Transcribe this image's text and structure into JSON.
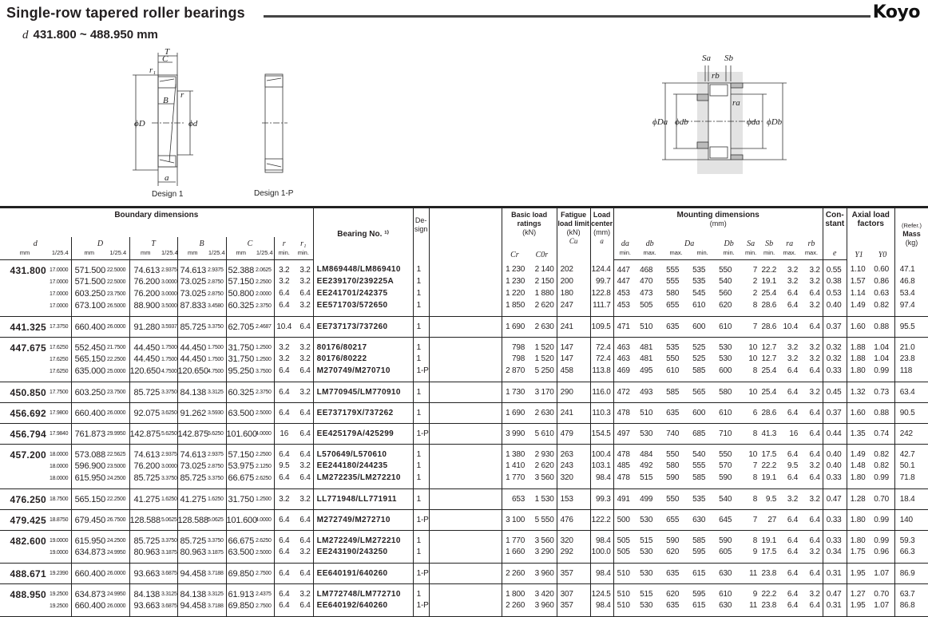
{
  "header": {
    "title": "Single-row tapered roller bearings",
    "brand": "Koyo",
    "subtitle_symbol": "d",
    "subtitle_range": "431.800 ~ 488.950 mm"
  },
  "drawings": {
    "design1": {
      "caption": "Design 1",
      "labels": {
        "T": "T",
        "C": "C",
        "r1": "r₁",
        "r": "r",
        "B": "B",
        "D": "ϕD",
        "d": "ϕd",
        "a": "a"
      }
    },
    "design1p": {
      "caption": "Design 1-P"
    },
    "mounting": {
      "labels": {
        "Sa": "Sa",
        "Sb": "Sb",
        "rb": "rb",
        "ra": "ra",
        "Da": "ϕDa",
        "db": "ϕdb",
        "da": "ϕda",
        "Db": "ϕDb"
      }
    }
  },
  "columns": {
    "boundary": "Boundary dimensions",
    "d": "d",
    "D": "D",
    "T": "T",
    "B": "B",
    "C": "C",
    "r": "r",
    "r1": "r₁",
    "mm": "mm",
    "inch": "1/25.4",
    "min": "min.",
    "max": "max.",
    "bearing_no": "Bearing No. ¹⁾",
    "design": "De-sign",
    "basic_load": "Basic load ratings",
    "kN": "(kN)",
    "Cr": "Cr",
    "C0r": "C0r",
    "fatigue": "Fatigue load limit",
    "Cu": "Cu",
    "load_center": "Load center",
    "mm_paren": "(mm)",
    "a": "a",
    "mounting": "Mounting dimensions",
    "da": "da",
    "db": "db",
    "Da": "Da",
    "Db": "Db",
    "Sa": "Sa",
    "Sb": "Sb",
    "ra": "ra",
    "rb": "rb",
    "constant": "Con-stant",
    "e": "e",
    "axial": "Axial load factors",
    "Y1": "Y1",
    "Y0": "Y0",
    "refer": "(Refer.)",
    "mass": "Mass",
    "kg": "(kg)"
  },
  "groups": [
    {
      "d": "431.800",
      "rows": [
        [
          "17.0000",
          "571.500",
          "22.5000",
          "74.613",
          "2.9375",
          "74.613",
          "2.9375",
          "52.388",
          "2.0625",
          "3.2",
          "3.2",
          "LM869448/LM869410",
          "1",
          "1 230",
          "2 140",
          "202",
          "124.4",
          "447",
          "468",
          "555",
          "535",
          "550",
          "7",
          "22.2",
          "3.2",
          "3.2",
          "0.55",
          "1.10",
          "0.60",
          "47.1"
        ],
        [
          "17.0000",
          "571.500",
          "22.5000",
          "76.200",
          "3.0000",
          "73.025",
          "2.8750",
          "57.150",
          "2.2500",
          "3.2",
          "3.2",
          "EE239170/239225A",
          "1",
          "1 230",
          "2 150",
          "200",
          "99.7",
          "447",
          "470",
          "555",
          "535",
          "540",
          "2",
          "19.1",
          "3.2",
          "3.2",
          "0.38",
          "1.57",
          "0.86",
          "46.8"
        ],
        [
          "17.0000",
          "603.250",
          "23.7500",
          "76.200",
          "3.0000",
          "73.025",
          "2.8750",
          "50.800",
          "2.0000",
          "6.4",
          "6.4",
          "EE241701/242375",
          "1",
          "1 220",
          "1 880",
          "180",
          "122.8",
          "453",
          "473",
          "580",
          "545",
          "560",
          "2",
          "25.4",
          "6.4",
          "6.4",
          "0.53",
          "1.14",
          "0.63",
          "53.4"
        ],
        [
          "17.0000",
          "673.100",
          "26.5000",
          "88.900",
          "3.5000",
          "87.833",
          "3.4580",
          "60.325",
          "2.3750",
          "6.4",
          "3.2",
          "EE571703/572650",
          "1",
          "1 850",
          "2 620",
          "247",
          "111.7",
          "453",
          "505",
          "655",
          "610",
          "620",
          "8",
          "28.6",
          "6.4",
          "3.2",
          "0.40",
          "1.49",
          "0.82",
          "97.4"
        ]
      ]
    },
    {
      "d": "441.325",
      "rows": [
        [
          "17.3750",
          "660.400",
          "26.0000",
          "91.280",
          "3.5937",
          "85.725",
          "3.3750",
          "62.705",
          "2.4687",
          "10.4",
          "6.4",
          "EE737173/737260",
          "1",
          "1 690",
          "2 630",
          "241",
          "109.5",
          "471",
          "510",
          "635",
          "600",
          "610",
          "7",
          "28.6",
          "10.4",
          "6.4",
          "0.37",
          "1.60",
          "0.88",
          "95.5"
        ]
      ]
    },
    {
      "d": "447.675",
      "rows": [
        [
          "17.6250",
          "552.450",
          "21.7500",
          "44.450",
          "1.7500",
          "44.450",
          "1.7500",
          "31.750",
          "1.2500",
          "3.2",
          "3.2",
          "80176/80217",
          "1",
          "798",
          "1 520",
          "147",
          "72.4",
          "463",
          "481",
          "535",
          "525",
          "530",
          "10",
          "12.7",
          "3.2",
          "3.2",
          "0.32",
          "1.88",
          "1.04",
          "21.0"
        ],
        [
          "17.6250",
          "565.150",
          "22.2500",
          "44.450",
          "1.7500",
          "44.450",
          "1.7500",
          "31.750",
          "1.2500",
          "3.2",
          "3.2",
          "80176/80222",
          "1",
          "798",
          "1 520",
          "147",
          "72.4",
          "463",
          "481",
          "550",
          "525",
          "530",
          "10",
          "12.7",
          "3.2",
          "3.2",
          "0.32",
          "1.88",
          "1.04",
          "23.8"
        ],
        [
          "17.6250",
          "635.000",
          "25.0000",
          "120.650",
          "4.7500",
          "120.650",
          "4.7500",
          "95.250",
          "3.7500",
          "6.4",
          "6.4",
          "M270749/M270710",
          "1-P",
          "2 870",
          "5 250",
          "458",
          "113.8",
          "469",
          "495",
          "610",
          "585",
          "600",
          "8",
          "25.4",
          "6.4",
          "6.4",
          "0.33",
          "1.80",
          "0.99",
          "118"
        ]
      ]
    },
    {
      "d": "450.850",
      "rows": [
        [
          "17.7500",
          "603.250",
          "23.7500",
          "85.725",
          "3.3750",
          "84.138",
          "3.3125",
          "60.325",
          "2.3750",
          "6.4",
          "3.2",
          "LM770945/LM770910",
          "1",
          "1 730",
          "3 170",
          "290",
          "116.0",
          "472",
          "493",
          "585",
          "565",
          "580",
          "10",
          "25.4",
          "6.4",
          "3.2",
          "0.45",
          "1.32",
          "0.73",
          "63.4"
        ]
      ]
    },
    {
      "d": "456.692",
      "rows": [
        [
          "17.9800",
          "660.400",
          "26.0000",
          "92.075",
          "3.6250",
          "91.262",
          "3.5930",
          "63.500",
          "2.5000",
          "6.4",
          "6.4",
          "EE737179X/737262",
          "1",
          "1 690",
          "2 630",
          "241",
          "110.3",
          "478",
          "510",
          "635",
          "600",
          "610",
          "6",
          "28.6",
          "6.4",
          "6.4",
          "0.37",
          "1.60",
          "0.88",
          "90.5"
        ]
      ]
    },
    {
      "d": "456.794",
      "rows": [
        [
          "17.9840",
          "761.873",
          "29.9950",
          "142.875",
          "5.6250",
          "142.875",
          "5.6250",
          "101.600",
          "4.0000",
          "16",
          "6.4",
          "EE425179A/425299",
          "1-P",
          "3 990",
          "5 610",
          "479",
          "154.5",
          "497",
          "530",
          "740",
          "685",
          "710",
          "8",
          "41.3",
          "16",
          "6.4",
          "0.44",
          "1.35",
          "0.74",
          "242"
        ]
      ]
    },
    {
      "d": "457.200",
      "rows": [
        [
          "18.0000",
          "573.088",
          "22.5625",
          "74.613",
          "2.9375",
          "74.613",
          "2.9375",
          "57.150",
          "2.2500",
          "6.4",
          "6.4",
          "L570649/L570610",
          "1",
          "1 380",
          "2 930",
          "263",
          "100.4",
          "478",
          "484",
          "550",
          "540",
          "550",
          "10",
          "17.5",
          "6.4",
          "6.4",
          "0.40",
          "1.49",
          "0.82",
          "42.7"
        ],
        [
          "18.0000",
          "596.900",
          "23.5000",
          "76.200",
          "3.0000",
          "73.025",
          "2.8750",
          "53.975",
          "2.1250",
          "9.5",
          "3.2",
          "EE244180/244235",
          "1",
          "1 410",
          "2 620",
          "243",
          "103.1",
          "485",
          "492",
          "580",
          "555",
          "570",
          "7",
          "22.2",
          "9.5",
          "3.2",
          "0.40",
          "1.48",
          "0.82",
          "50.1"
        ],
        [
          "18.0000",
          "615.950",
          "24.2500",
          "85.725",
          "3.3750",
          "85.725",
          "3.3750",
          "66.675",
          "2.6250",
          "6.4",
          "6.4",
          "LM272235/LM272210",
          "1",
          "1 770",
          "3 560",
          "320",
          "98.4",
          "478",
          "515",
          "590",
          "585",
          "590",
          "8",
          "19.1",
          "6.4",
          "6.4",
          "0.33",
          "1.80",
          "0.99",
          "71.8"
        ]
      ]
    },
    {
      "d": "476.250",
      "rows": [
        [
          "18.7500",
          "565.150",
          "22.2500",
          "41.275",
          "1.6250",
          "41.275",
          "1.6250",
          "31.750",
          "1.2500",
          "3.2",
          "3.2",
          "LL771948/LL771911",
          "1",
          "653",
          "1 530",
          "153",
          "99.3",
          "491",
          "499",
          "550",
          "535",
          "540",
          "8",
          "9.5",
          "3.2",
          "3.2",
          "0.47",
          "1.28",
          "0.70",
          "18.4"
        ]
      ]
    },
    {
      "d": "479.425",
      "rows": [
        [
          "18.8750",
          "679.450",
          "26.7500",
          "128.588",
          "5.0625",
          "128.588",
          "5.0625",
          "101.600",
          "4.0000",
          "6.4",
          "6.4",
          "M272749/M272710",
          "1-P",
          "3 100",
          "5 550",
          "476",
          "122.2",
          "500",
          "530",
          "655",
          "630",
          "645",
          "7",
          "27",
          "6.4",
          "6.4",
          "0.33",
          "1.80",
          "0.99",
          "140"
        ]
      ]
    },
    {
      "d": "482.600",
      "rows": [
        [
          "19.0000",
          "615.950",
          "24.2500",
          "85.725",
          "3.3750",
          "85.725",
          "3.3750",
          "66.675",
          "2.6250",
          "6.4",
          "6.4",
          "LM272249/LM272210",
          "1",
          "1 770",
          "3 560",
          "320",
          "98.4",
          "505",
          "515",
          "590",
          "585",
          "590",
          "8",
          "19.1",
          "6.4",
          "6.4",
          "0.33",
          "1.80",
          "0.99",
          "59.3"
        ],
        [
          "19.0000",
          "634.873",
          "24.9950",
          "80.963",
          "3.1875",
          "80.963",
          "3.1875",
          "63.500",
          "2.5000",
          "6.4",
          "3.2",
          "EE243190/243250",
          "1",
          "1 660",
          "3 290",
          "292",
          "100.0",
          "505",
          "530",
          "620",
          "595",
          "605",
          "9",
          "17.5",
          "6.4",
          "3.2",
          "0.34",
          "1.75",
          "0.96",
          "66.3"
        ]
      ]
    },
    {
      "d": "488.671",
      "rows": [
        [
          "19.2390",
          "660.400",
          "26.0000",
          "93.663",
          "3.6875",
          "94.458",
          "3.7188",
          "69.850",
          "2.7500",
          "6.4",
          "6.4",
          "EE640191/640260",
          "1-P",
          "2 260",
          "3 960",
          "357",
          "98.4",
          "510",
          "530",
          "635",
          "615",
          "630",
          "11",
          "23.8",
          "6.4",
          "6.4",
          "0.31",
          "1.95",
          "1.07",
          "86.9"
        ]
      ]
    },
    {
      "d": "488.950",
      "rows": [
        [
          "19.2500",
          "634.873",
          "24.9950",
          "84.138",
          "3.3125",
          "84.138",
          "3.3125",
          "61.913",
          "2.4375",
          "6.4",
          "3.2",
          "LM772748/LM772710",
          "1",
          "1 800",
          "3 420",
          "307",
          "124.5",
          "510",
          "515",
          "620",
          "595",
          "610",
          "9",
          "22.2",
          "6.4",
          "3.2",
          "0.47",
          "1.27",
          "0.70",
          "63.7"
        ],
        [
          "19.2500",
          "660.400",
          "26.0000",
          "93.663",
          "3.6875",
          "94.458",
          "3.7188",
          "69.850",
          "2.7500",
          "6.4",
          "6.4",
          "EE640192/640260",
          "1-P",
          "2 260",
          "3 960",
          "357",
          "98.4",
          "510",
          "530",
          "635",
          "615",
          "630",
          "11",
          "23.8",
          "6.4",
          "6.4",
          "0.31",
          "1.95",
          "1.07",
          "86.8"
        ]
      ]
    }
  ]
}
